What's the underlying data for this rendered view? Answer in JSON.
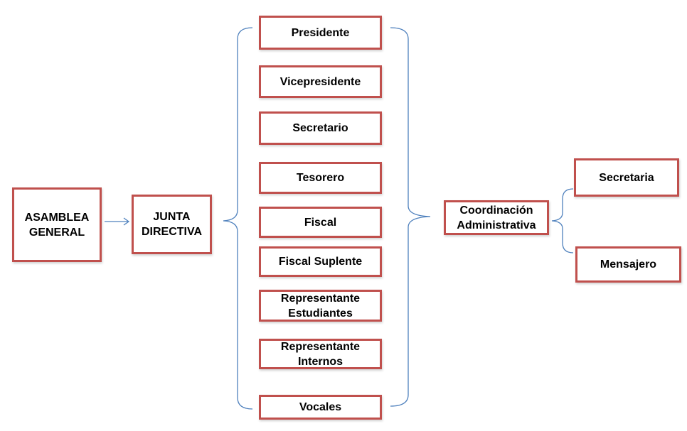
{
  "diagram": {
    "asamblea": [
      "ASAMBLEA",
      "GENERAL"
    ],
    "junta": [
      "JUNTA",
      "DIRECTIVA"
    ],
    "board": [
      [
        "Presidente"
      ],
      [
        "Vicepresidente"
      ],
      [
        "Secretario"
      ],
      [
        "Tesorero"
      ],
      [
        "Fiscal"
      ],
      [
        "Fiscal Suplente"
      ],
      [
        "Representante",
        "Estudiantes"
      ],
      [
        "Representante",
        "Internos"
      ],
      [
        "Vocales"
      ]
    ],
    "coordinacion": [
      "Coordinación",
      "Administrativa"
    ],
    "staff": [
      [
        "Secretaria"
      ],
      [
        "Mensajero"
      ]
    ],
    "colors": {
      "box_border": "#c0504d",
      "connector": "#4f81bd"
    }
  }
}
